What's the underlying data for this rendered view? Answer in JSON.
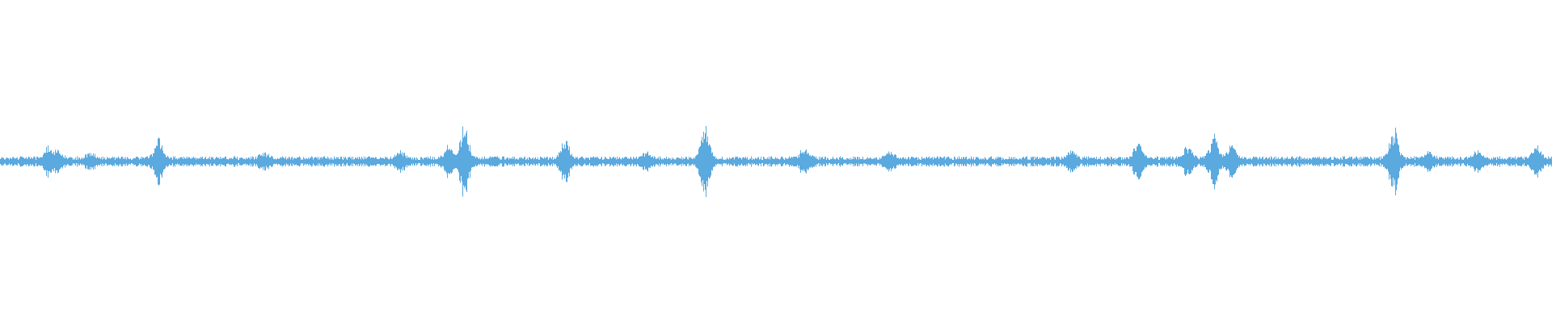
{
  "waveform": {
    "color": "#5aa9df",
    "background": "#ffffff",
    "baseline_amplitude": 0.01,
    "noise_amplitude": 0.022,
    "peaks": [
      {
        "at": 0.031,
        "amp": 0.055
      },
      {
        "at": 0.037,
        "amp": 0.035
      },
      {
        "at": 0.058,
        "amp": 0.03
      },
      {
        "at": 0.102,
        "amp": 0.11
      },
      {
        "at": 0.17,
        "amp": 0.03
      },
      {
        "at": 0.258,
        "amp": 0.04
      },
      {
        "at": 0.289,
        "amp": 0.06
      },
      {
        "at": 0.299,
        "amp": 0.17
      },
      {
        "at": 0.364,
        "amp": 0.09
      },
      {
        "at": 0.416,
        "amp": 0.03
      },
      {
        "at": 0.454,
        "amp": 0.17
      },
      {
        "at": 0.518,
        "amp": 0.05
      },
      {
        "at": 0.573,
        "amp": 0.04
      },
      {
        "at": 0.69,
        "amp": 0.04
      },
      {
        "at": 0.733,
        "amp": 0.08
      },
      {
        "at": 0.765,
        "amp": 0.06
      },
      {
        "at": 0.782,
        "amp": 0.12
      },
      {
        "at": 0.793,
        "amp": 0.07
      },
      {
        "at": 0.898,
        "amp": 0.16
      },
      {
        "at": 0.92,
        "amp": 0.04
      },
      {
        "at": 0.952,
        "amp": 0.04
      },
      {
        "at": 0.99,
        "amp": 0.06
      }
    ]
  }
}
